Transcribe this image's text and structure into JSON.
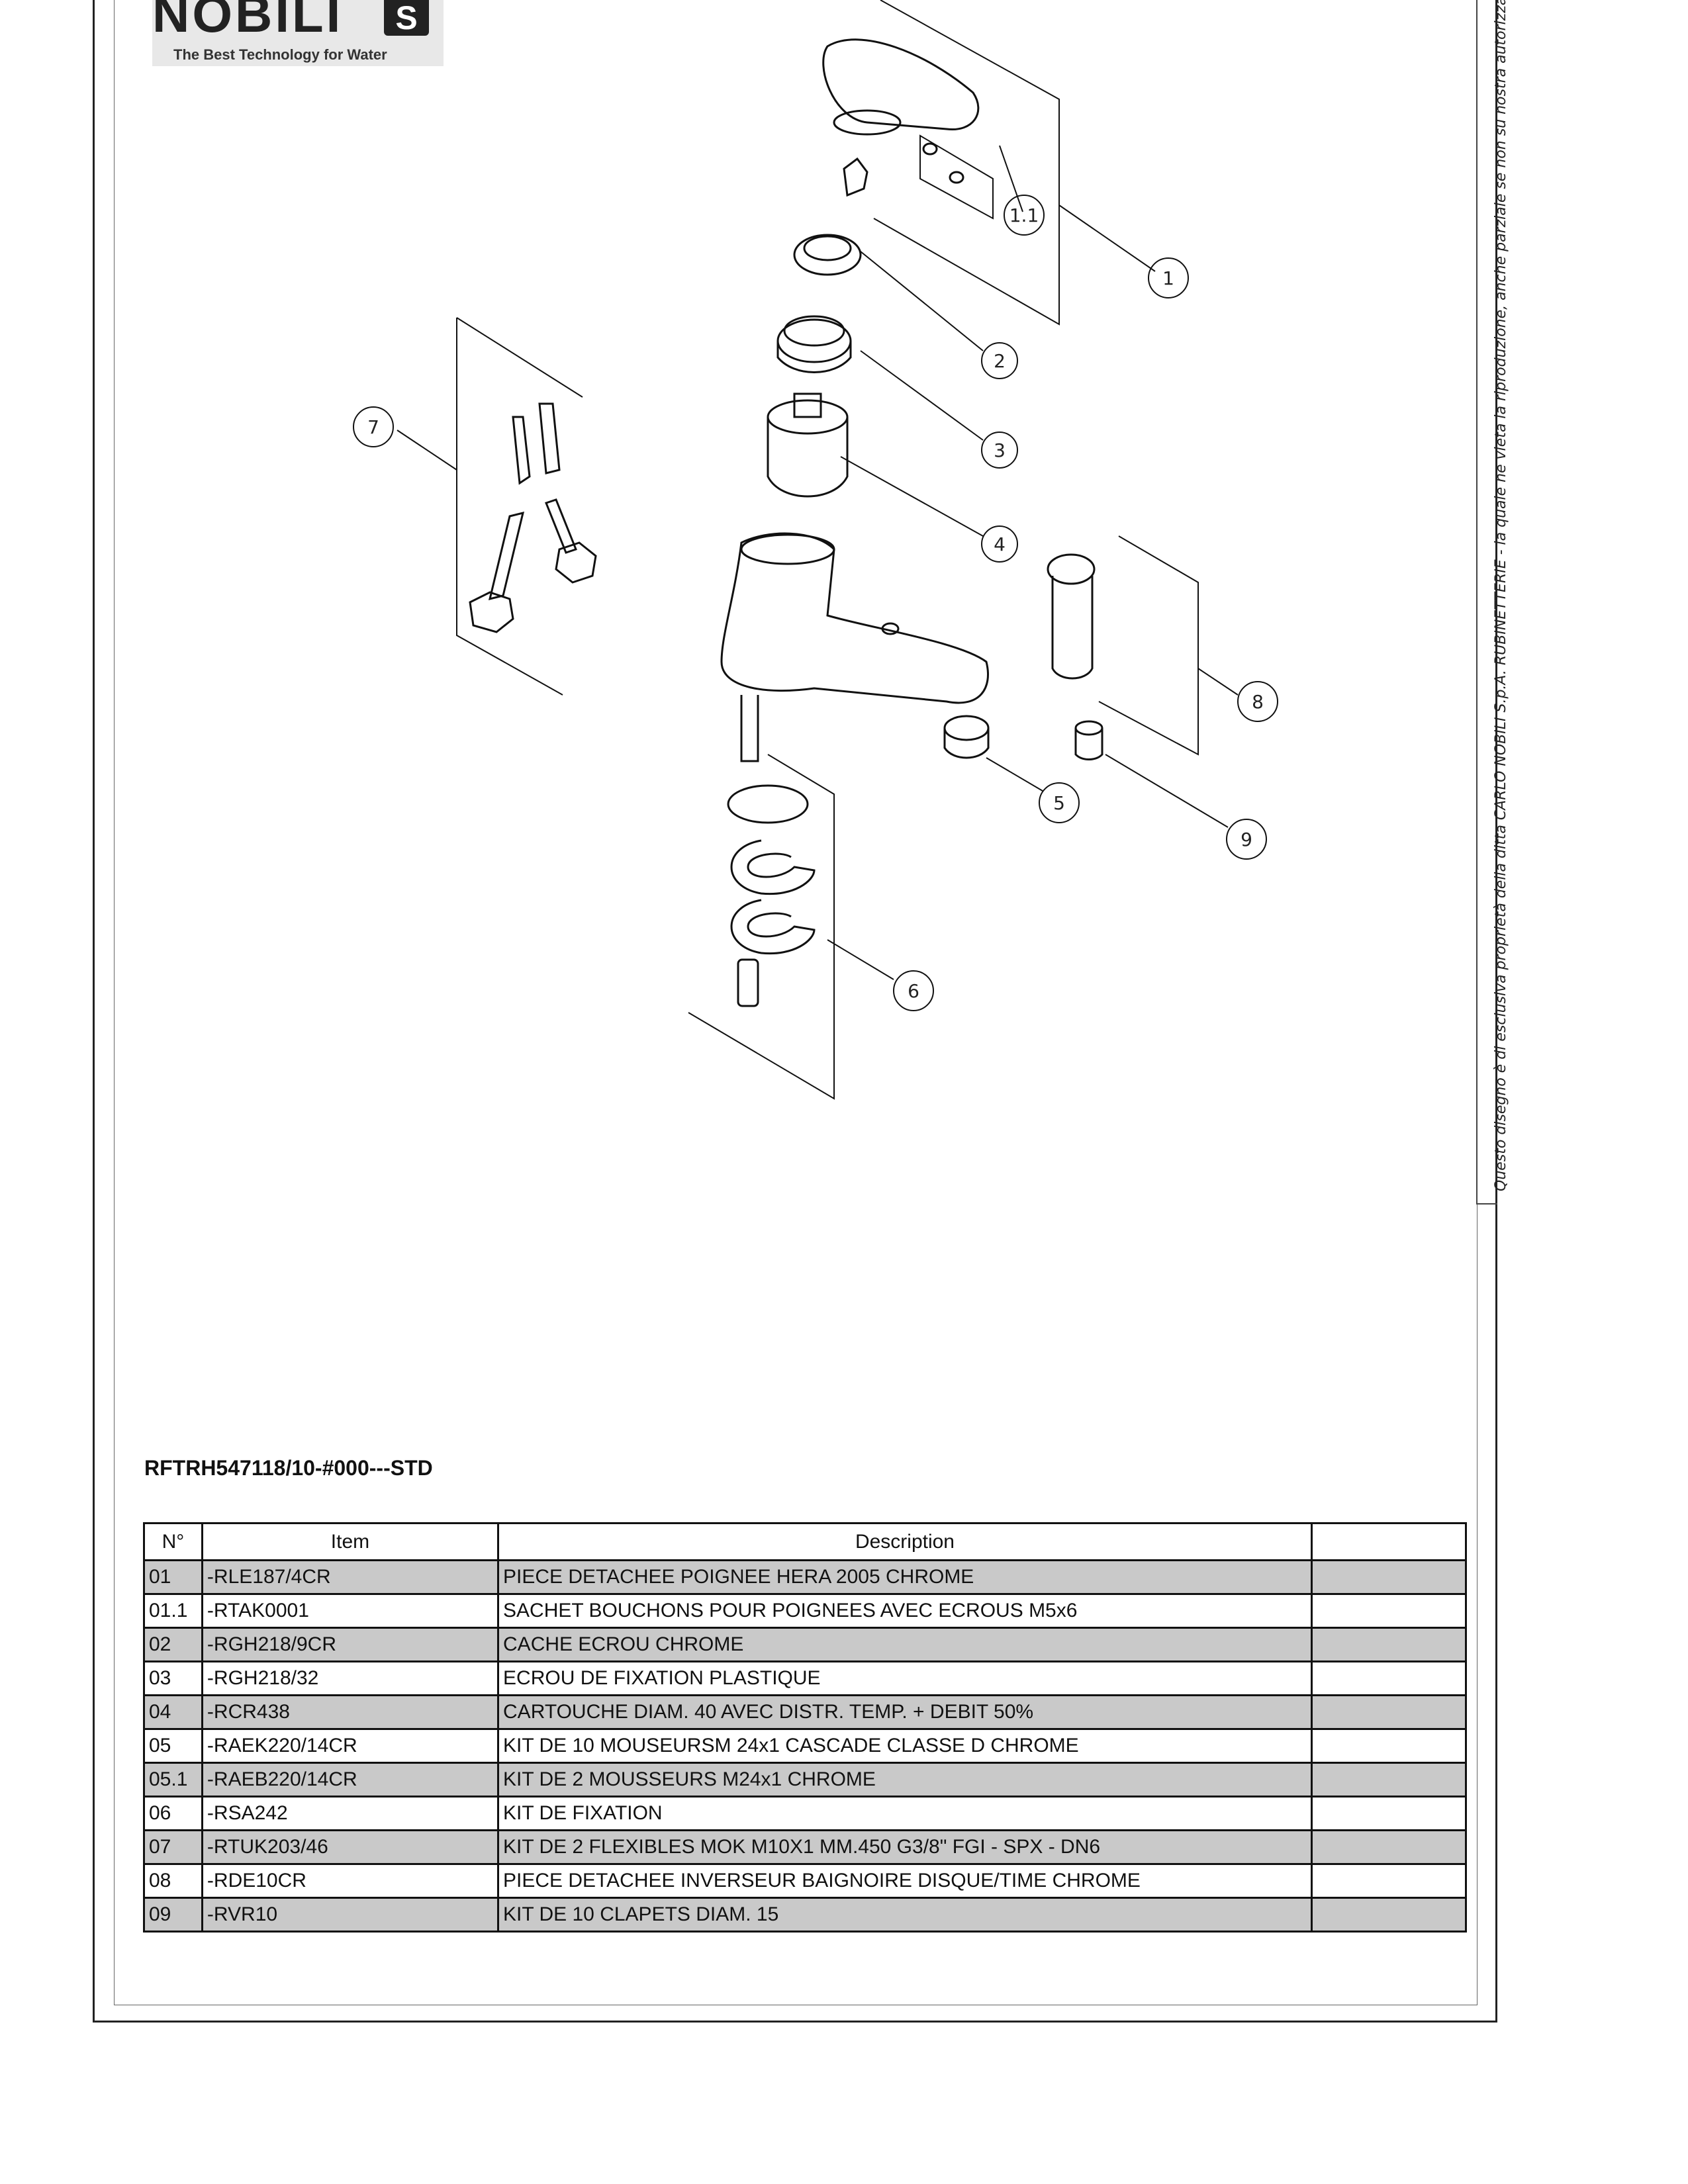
{
  "logo": {
    "word": "NOBILI",
    "mark": "S",
    "tagline": "The Best Technology for Water"
  },
  "side_note": "Questo disegno è di esclusiva proprietà della ditta CARLO NOBILI S.p.A. RUBINETTERIE - la quale ne vieta la riproduzione, anche parziale se non su nostra autorizzazione scr",
  "callouts": [
    "1.1",
    "1",
    "2",
    "3",
    "4",
    "5",
    "6",
    "7",
    "8",
    "9"
  ],
  "product_code": "RFTRH547118/10-#000---STD",
  "table": {
    "headers": [
      "N°",
      "Item",
      "Description",
      ""
    ],
    "rows": [
      {
        "no": "01",
        "item": "-RLE187/4CR",
        "desc": "PIECE DETACHEE POIGNEE HERA 2005 CHROME",
        "extra": "",
        "shaded": true
      },
      {
        "no": "01.1",
        "item": "-RTAK0001",
        "desc": "SACHET BOUCHONS POUR POIGNEES AVEC ECROUS M5x6",
        "extra": "",
        "shaded": false
      },
      {
        "no": "02",
        "item": "-RGH218/9CR",
        "desc": "CACHE ECROU CHROME",
        "extra": "",
        "shaded": true
      },
      {
        "no": "03",
        "item": "-RGH218/32",
        "desc": "ECROU DE FIXATION PLASTIQUE",
        "extra": "",
        "shaded": false
      },
      {
        "no": "04",
        "item": "-RCR438",
        "desc": "CARTOUCHE DIAM. 40 AVEC DISTR. TEMP. + DEBIT 50%",
        "extra": "",
        "shaded": true
      },
      {
        "no": "05",
        "item": "-RAEK220/14CR",
        "desc": "KIT DE  10 MOUSEURSM 24x1 CASCADE CLASSE D CHROME",
        "extra": "",
        "shaded": false
      },
      {
        "no": "05.1",
        "item": "-RAEB220/14CR",
        "desc": "KIT DE 2 MOUSSEURS M24x1 CHROME",
        "extra": "",
        "shaded": true
      },
      {
        "no": "06",
        "item": "-RSA242",
        "desc": "KIT DE FIXATION",
        "extra": "",
        "shaded": false
      },
      {
        "no": "07",
        "item": "-RTUK203/46",
        "desc": "KIT DE 2  FLEXIBLES MOK M10X1 MM.450 G3/8\" FGI - SPX - DN6",
        "extra": "",
        "shaded": true
      },
      {
        "no": "08",
        "item": "-RDE10CR",
        "desc": "PIECE DETACHEE INVERSEUR BAIGNOIRE DISQUE/TIME CHROME",
        "extra": "",
        "shaded": false
      },
      {
        "no": "09",
        "item": "-RVR10",
        "desc": "KIT DE 10 CLAPETS DIAM. 15",
        "extra": "",
        "shaded": true
      }
    ]
  }
}
